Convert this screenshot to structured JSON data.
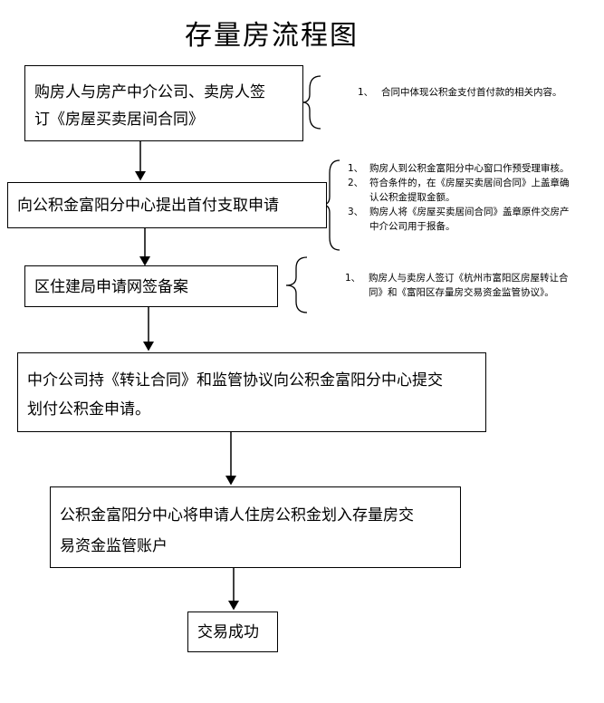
{
  "title": "存量房流程图",
  "steps": [
    {
      "lines": [
        "购房人与房产中介公司、卖房人签",
        "订《房屋买卖居间合同》"
      ]
    },
    {
      "lines": [
        "向公积金富阳分中心提出首付支取申请"
      ]
    },
    {
      "lines": [
        "区住建局申请网签备案"
      ]
    },
    {
      "lines": [
        "中介公司持《转让合同》和监管协议向公积金富阳分中心提交",
        "划付公积金申请。"
      ]
    },
    {
      "lines": [
        "公积金富阳分中心将申请人住房公积金划入存量房交",
        "易资金监管账户"
      ]
    },
    {
      "lines": [
        "交易成功"
      ]
    }
  ],
  "notes": [
    {
      "items": [
        {
          "num": "1、",
          "lines": [
            "合同中体现公积金支付首付款的相关内容。"
          ]
        }
      ]
    },
    {
      "items": [
        {
          "num": "1、",
          "lines": [
            "购房人到公积金富阳分中心窗口作预受理审核。"
          ]
        },
        {
          "num": "2、",
          "lines": [
            "符合条件的，在《房屋买卖居间合同》上盖章确",
            "认公积金提取金额。"
          ]
        },
        {
          "num": "3、",
          "lines": [
            "购房人将《房屋买卖居间合同》盖章原件交房产",
            "中介公司用于报备。"
          ]
        }
      ]
    },
    {
      "items": [
        {
          "num": "1、",
          "lines": [
            "购房人与卖房人签订《杭州市富阳区房屋转让合",
            "同》和《富阳区存量房交易资金监管协议》。"
          ]
        }
      ]
    }
  ]
}
